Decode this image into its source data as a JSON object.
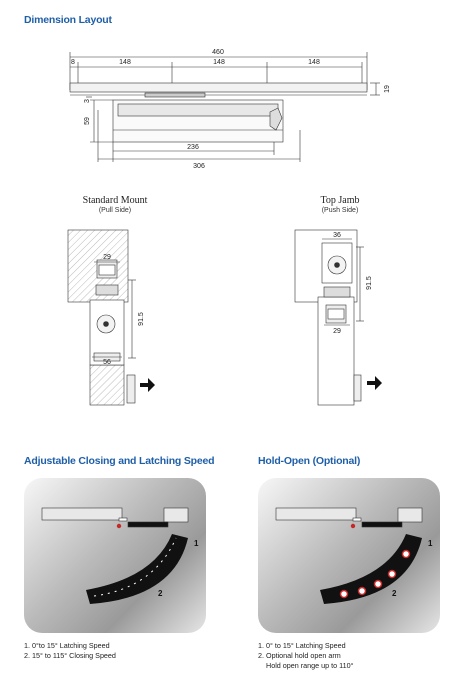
{
  "headings": {
    "dimension_layout": "Dimension Layout",
    "closing_speed": "Adjustable Closing and Latching Speed",
    "hold_open": "Hold-Open (Optional)"
  },
  "dimension_layout": {
    "overall": "460",
    "edge": "8",
    "segments": [
      "148",
      "148",
      "148"
    ],
    "height_right": "19",
    "depth": "59",
    "offset": "3",
    "body_inner": "236",
    "body_outer": "306"
  },
  "standard_mount": {
    "title": "Standard Mount",
    "subtitle": "(Pull Side)",
    "dims": {
      "top": "29",
      "height": "91.5",
      "bottom": "56"
    }
  },
  "top_jamb": {
    "title": "Top Jamb",
    "subtitle": "(Push Side)",
    "dims": {
      "top": "36",
      "height": "91.5",
      "bottom": "29"
    }
  },
  "closing_panel": {
    "markers": [
      "1",
      "2"
    ],
    "captions": [
      "1. 0°to 15° Latching Speed",
      "2. 15° to 115° Closing Speed"
    ]
  },
  "hold_open_panel": {
    "markers": [
      "1",
      "2"
    ],
    "captions": [
      "1. 0° to 15° Latching Speed",
      "2. Optional hold open arm",
      "Hold open range up to 110°"
    ]
  }
}
